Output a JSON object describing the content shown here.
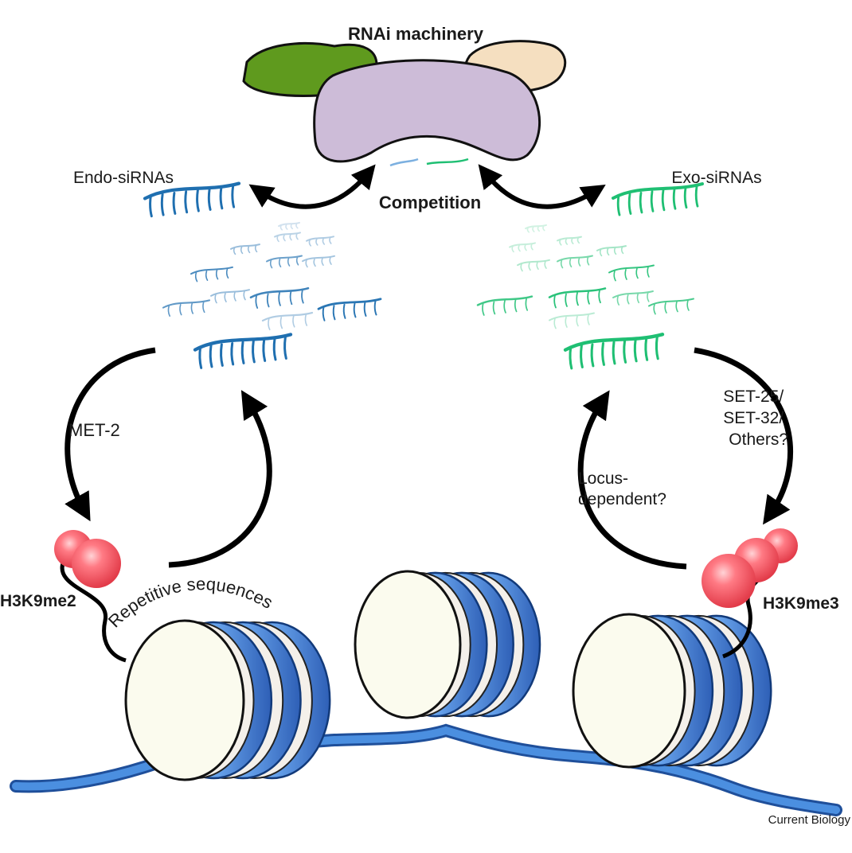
{
  "labels": {
    "rnai_machinery": "RNAi machinery",
    "competition": "Competition",
    "endo_sirnas": "Endo-siRNAs",
    "exo_sirnas": "Exo-siRNAs",
    "met2": "MET-2",
    "set_line1": "SET-25/",
    "set_line2": "SET-32/",
    "set_line3": "Others?",
    "locus_line1": "Locus-",
    "locus_line2": "dependent?",
    "h3k9me2": "H3K9me2",
    "h3k9me3": "H3K9me3",
    "repetitive": "Repetitive sequences",
    "credit": "Current Biology"
  },
  "colors": {
    "endo_blue": "#1f6fb0",
    "exo_green": "#1fbf73",
    "rnai_purple": "#cdbcd8",
    "rnai_green": "#5f9a1e",
    "rnai_beige": "#f5dfc0",
    "nucleosome_face": "#fbfbee",
    "nucleosome_band": "#3f82d6",
    "dna": "#3d7fd2",
    "methyl_red": "#f2525f"
  }
}
